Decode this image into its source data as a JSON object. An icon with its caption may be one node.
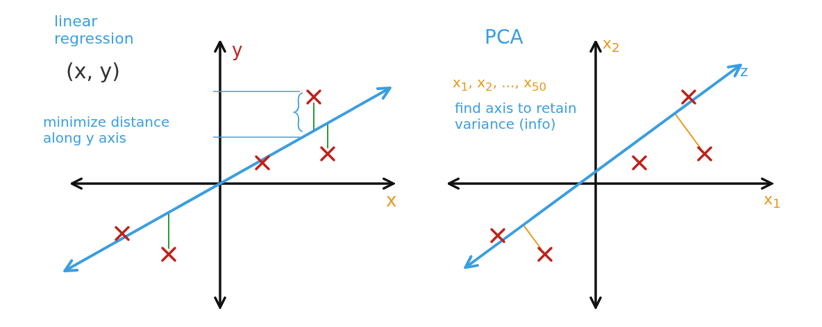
{
  "diagram": {
    "labels": [
      "linear regression",
      "(x, y)",
      "y",
      "x",
      "minimize distance along y axis",
      "PCA",
      "x$_{2}$",
      "x$_{1}$, x$_{2}$, ..., x$_{50}$",
      "find axis to retain variance (info)",
      "z",
      "x$_{1}$"
    ]
  }
}
